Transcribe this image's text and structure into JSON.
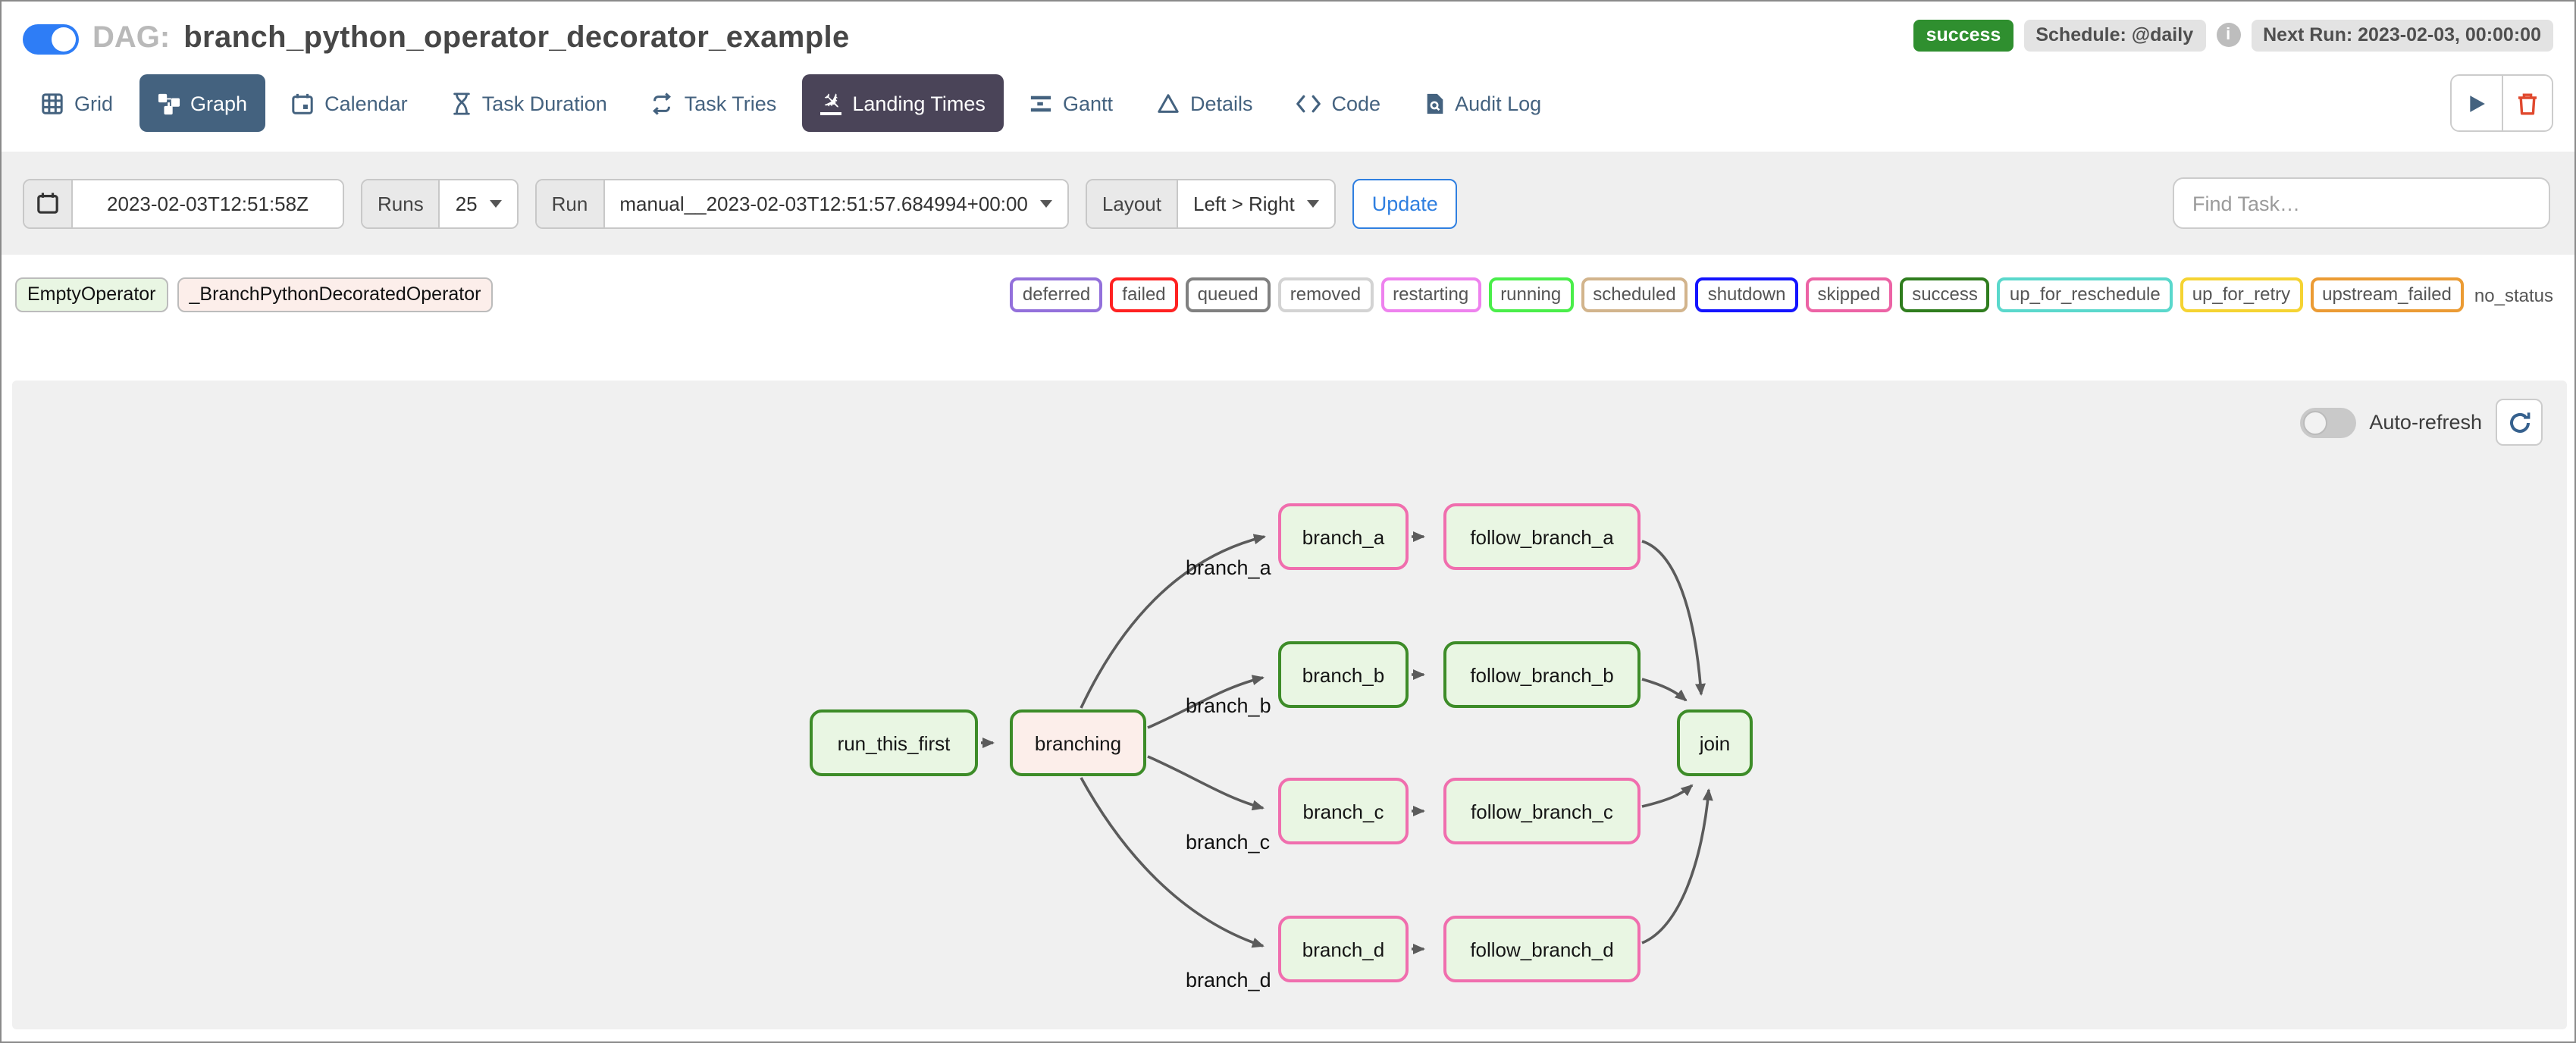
{
  "header": {
    "dag_prefix": "DAG:",
    "dag_title": "branch_python_operator_decorator_example",
    "status_badge": "success",
    "schedule_badge": "Schedule: @daily",
    "info_icon_glyph": "i",
    "next_run_badge": "Next Run: 2023-02-03, 00:00:00"
  },
  "tabs": [
    {
      "label": "Grid"
    },
    {
      "label": "Graph",
      "active": true
    },
    {
      "label": "Calendar"
    },
    {
      "label": "Task Duration"
    },
    {
      "label": "Task Tries"
    },
    {
      "label": "Landing Times",
      "hovered": true
    },
    {
      "label": "Gantt"
    },
    {
      "label": "Details"
    },
    {
      "label": "Code"
    },
    {
      "label": "Audit Log"
    }
  ],
  "toolbar": {
    "date_value": "2023-02-03T12:51:58Z",
    "runs_label": "Runs",
    "runs_value": "25",
    "run_label": "Run",
    "run_value": "manual__2023-02-03T12:51:57.684994+00:00",
    "layout_label": "Layout",
    "layout_value": "Left > Right",
    "update_button": "Update",
    "find_task_placeholder": "Find Task…"
  },
  "legend": {
    "operators": [
      {
        "label": "EmptyOperator",
        "color": "#e9f6e3"
      },
      {
        "label": "_BranchPythonDecoratedOperator",
        "color": "#fceeea"
      }
    ],
    "statuses": [
      {
        "label": "deferred",
        "color": "#9370db"
      },
      {
        "label": "failed",
        "color": "#ff2121"
      },
      {
        "label": "queued",
        "color": "#808080"
      },
      {
        "label": "removed",
        "color": "#d3d3d3"
      },
      {
        "label": "restarting",
        "color": "#ee82ee"
      },
      {
        "label": "running",
        "color": "#4aee4a"
      },
      {
        "label": "scheduled",
        "color": "#d2b48c"
      },
      {
        "label": "shutdown",
        "color": "#1414ff"
      },
      {
        "label": "skipped",
        "color": "#ec63a5"
      },
      {
        "label": "success",
        "color": "#2f7d1e"
      },
      {
        "label": "up_for_reschedule",
        "color": "#5ad8cc"
      },
      {
        "label": "up_for_retry",
        "color": "#f5d332"
      },
      {
        "label": "upstream_failed",
        "color": "#eb9b34"
      },
      {
        "label": "no_status",
        "color": "none"
      }
    ]
  },
  "graph": {
    "auto_refresh_label": "Auto-refresh",
    "state_colors": {
      "success": "#3d8c28",
      "skipped": "#f06eae"
    },
    "operator_colors": {
      "EmptyOperator": "#e9f6e3",
      "_BranchPythonDecoratedOperator": "#fceeea"
    },
    "edge_color": "#5b5b5b",
    "nodes": [
      {
        "id": "run_this_first",
        "label": "run_this_first",
        "operator": "EmptyOperator",
        "state": "success"
      },
      {
        "id": "branching",
        "label": "branching",
        "operator": "_BranchPythonDecoratedOperator",
        "state": "success"
      },
      {
        "id": "branch_a",
        "label": "branch_a",
        "operator": "EmptyOperator",
        "state": "skipped"
      },
      {
        "id": "follow_branch_a",
        "label": "follow_branch_a",
        "operator": "EmptyOperator",
        "state": "skipped"
      },
      {
        "id": "branch_b",
        "label": "branch_b",
        "operator": "EmptyOperator",
        "state": "success"
      },
      {
        "id": "follow_branch_b",
        "label": "follow_branch_b",
        "operator": "EmptyOperator",
        "state": "success"
      },
      {
        "id": "branch_c",
        "label": "branch_c",
        "operator": "EmptyOperator",
        "state": "skipped"
      },
      {
        "id": "follow_branch_c",
        "label": "follow_branch_c",
        "operator": "EmptyOperator",
        "state": "skipped"
      },
      {
        "id": "branch_d",
        "label": "branch_d",
        "operator": "EmptyOperator",
        "state": "skipped"
      },
      {
        "id": "follow_branch_d",
        "label": "follow_branch_d",
        "operator": "EmptyOperator",
        "state": "skipped"
      },
      {
        "id": "join",
        "label": "join",
        "operator": "EmptyOperator",
        "state": "success"
      }
    ],
    "edge_labels": [
      {
        "id": "branch_a",
        "label": "branch_a"
      },
      {
        "id": "branch_b",
        "label": "branch_b"
      },
      {
        "id": "branch_c",
        "label": "branch_c"
      },
      {
        "id": "branch_d",
        "label": "branch_d"
      }
    ]
  }
}
